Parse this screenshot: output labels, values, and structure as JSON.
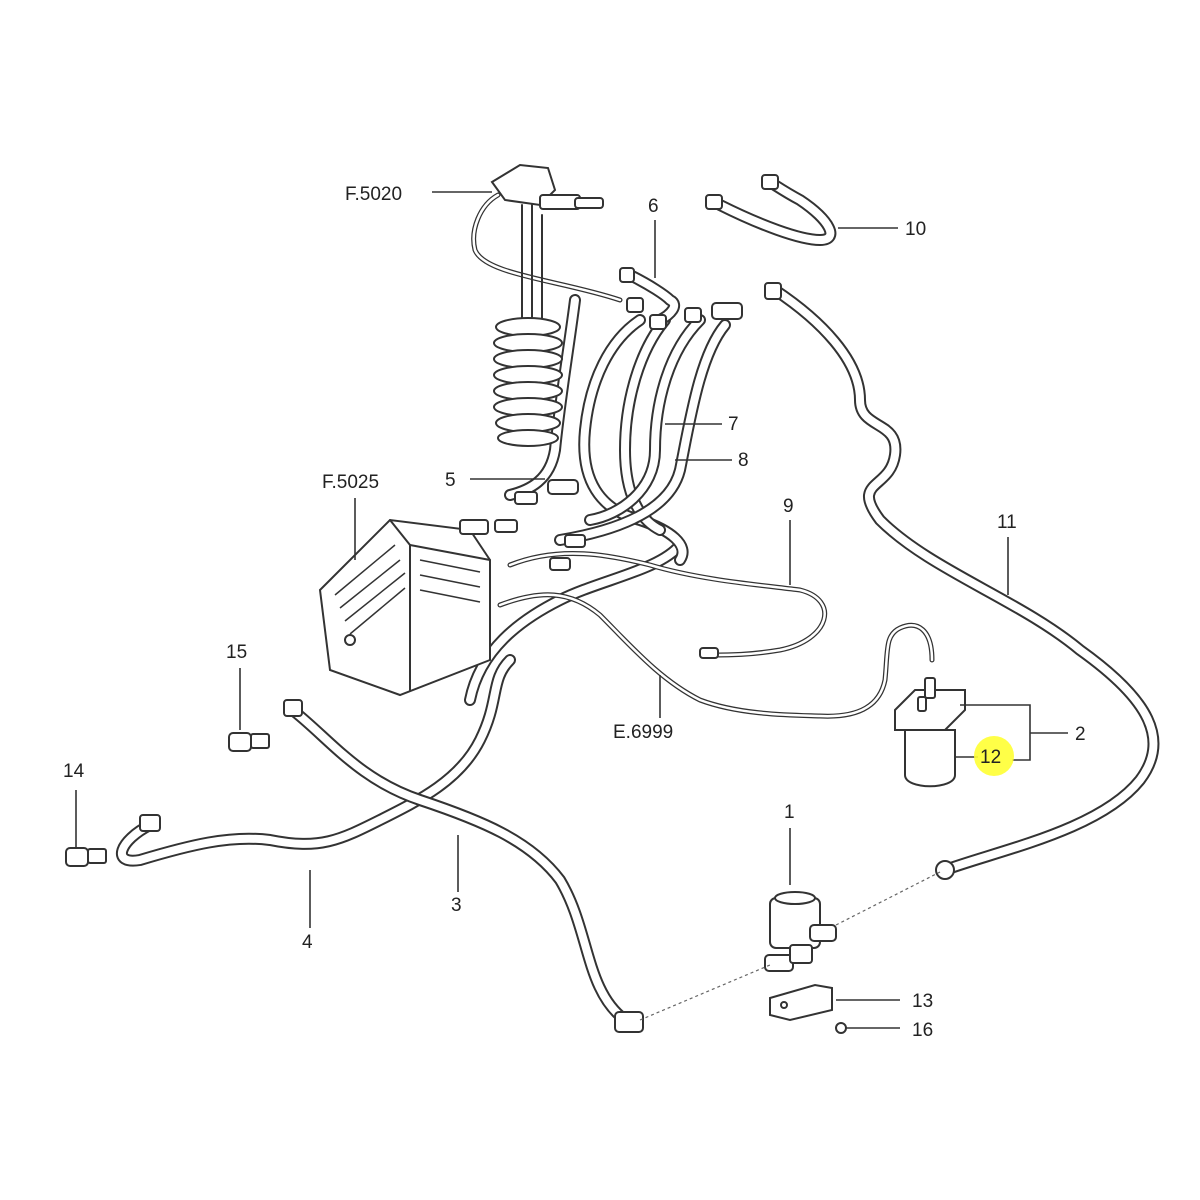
{
  "labels": {
    "f5020": "F.5020",
    "f5025": "F.5025",
    "e6999": "E.6999",
    "p1": "1",
    "p2": "2",
    "p3": "3",
    "p4": "4",
    "p5": "5",
    "p6": "6",
    "p7": "7",
    "p8": "8",
    "p9": "9",
    "p10": "10",
    "p11": "11",
    "p12": "12",
    "p13": "13",
    "p14": "14",
    "p15": "15",
    "p16": "16"
  },
  "highlighted_part": "12",
  "colors": {
    "line": "#333333",
    "highlight": "#ffff33",
    "background": "#ffffff"
  }
}
